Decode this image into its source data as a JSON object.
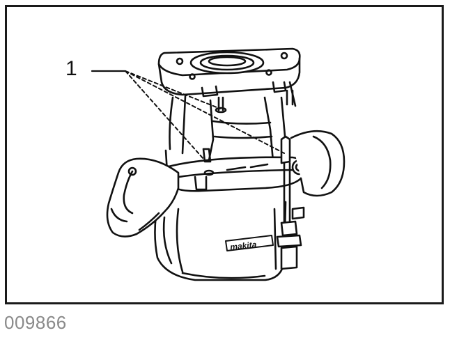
{
  "figure": {
    "callout_number": "1",
    "figure_code": "009866",
    "brand_mark": "makita"
  },
  "colors": {
    "ink": "#111111",
    "frame": "#1a1a1a",
    "code_text": "#8a8a8a",
    "background": "#ffffff"
  }
}
